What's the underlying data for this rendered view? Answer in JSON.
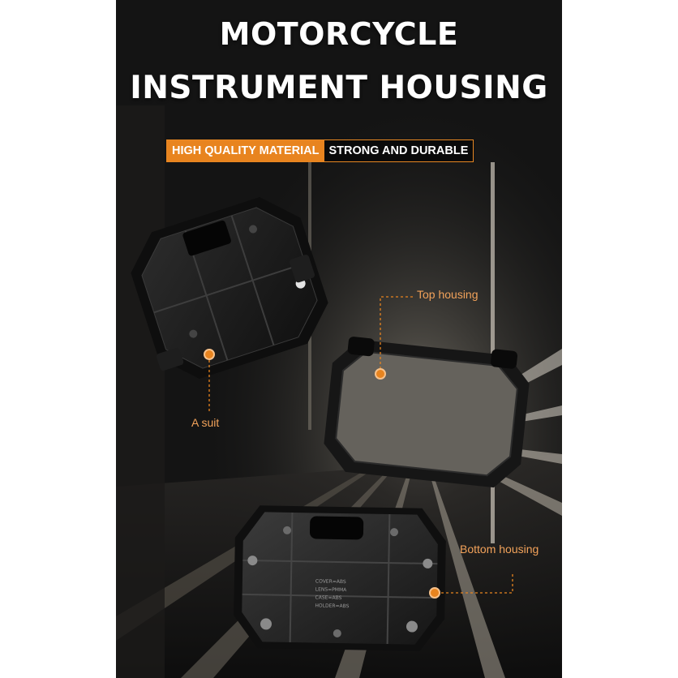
{
  "poster": {
    "title_line1": "MOTORCYCLE",
    "title_line2": "INSTRUMENT HOUSING",
    "badge_left": "HIGH QUALITY MATERIAL",
    "badge_right": "STRONG AND DURABLE"
  },
  "callouts": {
    "top_housing": "Top housing",
    "a_suit": "A suit",
    "bottom_housing": "Bottom housing"
  },
  "housing_markings": {
    "line1": "COVER=ABS",
    "line2": "LENS=PMMA",
    "line3": "CASE=ABS",
    "line4": "HOLDER=ABS"
  },
  "colors": {
    "accent": "#e8841f",
    "background": "#121212",
    "callout_text": "#f2a25a"
  }
}
